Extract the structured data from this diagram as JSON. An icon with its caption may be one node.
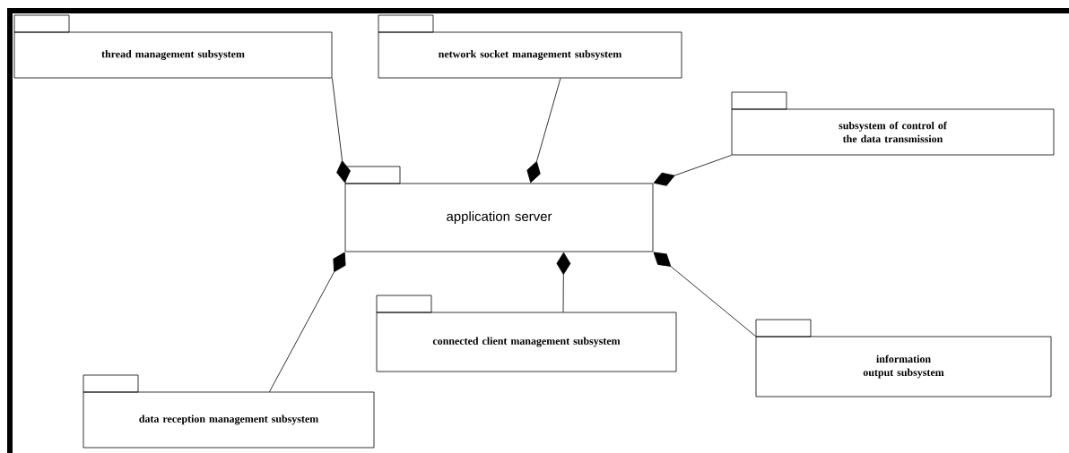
{
  "diagram": {
    "nodes": [
      {
        "text": [
          "thread management subsystem"
        ]
      },
      {
        "text": [
          "network socket management subsystem"
        ]
      },
      {
        "text": [
          "subsystem of control of the data transmission"
        ]
      },
      {
        "text": [
          "application server"
        ]
      },
      {
        "text": [
          "connected client management subsystem"
        ]
      },
      {
        "text": [
          "information output subsystem"
        ]
      },
      {
        "text": [
          "data reception management subsystem"
        ]
      }
    ],
    "edges": [
      {
        "from": 0,
        "to": 3,
        "arrow": "other"
      },
      {
        "from": 1,
        "to": 3,
        "arrow": "other"
      },
      {
        "from": 2,
        "to": 3,
        "arrow": "other"
      },
      {
        "from": 6,
        "to": 3,
        "arrow": "other"
      },
      {
        "from": 4,
        "to": 3,
        "arrow": "other"
      },
      {
        "from": 5,
        "to": 3,
        "arrow": "other"
      }
    ]
  }
}
